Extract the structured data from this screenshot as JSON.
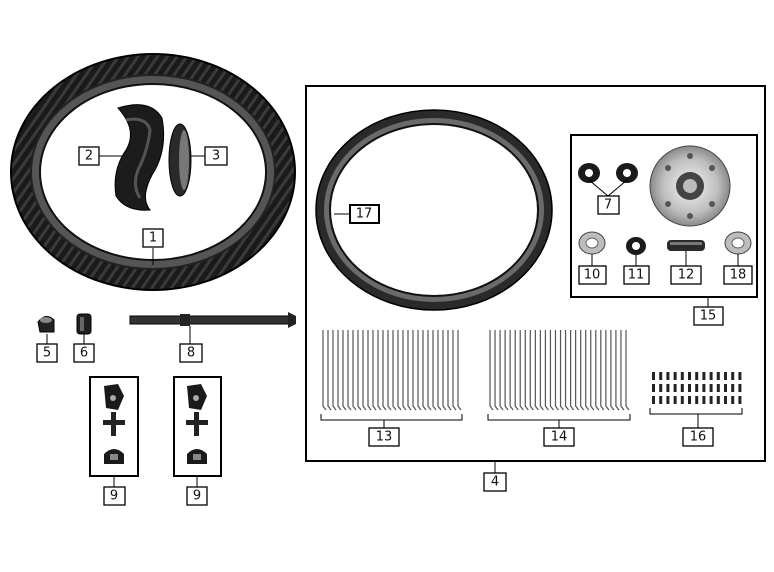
{
  "callouts": {
    "tire": "1",
    "tube": "2",
    "rim_strip": "3",
    "wheel_assembly": "4",
    "valve_cap": "5",
    "valve_nut": "6",
    "bearing": "7",
    "axle": "8",
    "rim_lock_a": "9",
    "rim_lock_b": "9",
    "spacer_left": "10",
    "oil_seal": "11",
    "collar": "12",
    "spokes_set_a": "13",
    "spokes_set_b": "14",
    "hub_assembly": "15",
    "nipples": "16",
    "rim": "17",
    "spacer_right": "18"
  }
}
